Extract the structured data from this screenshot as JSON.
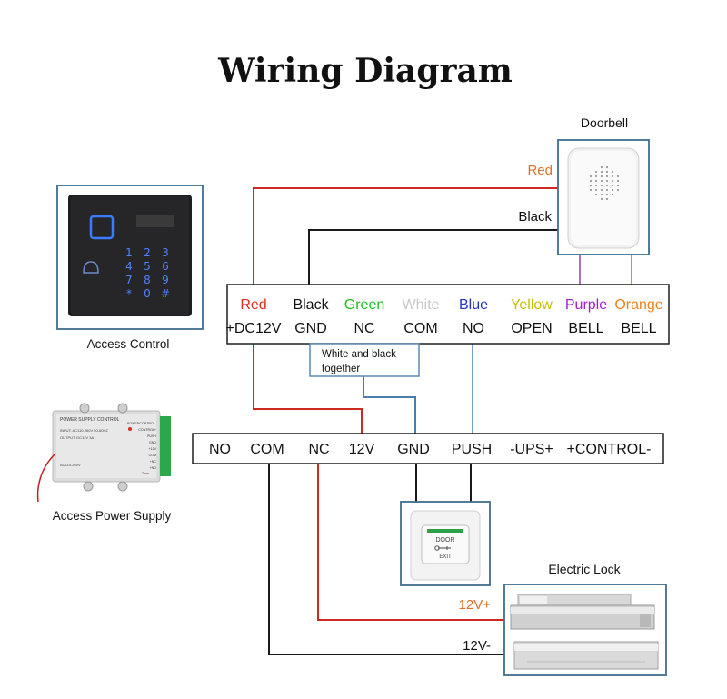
{
  "title": "Wiring Diagram",
  "devices": {
    "doorbell": "Doorbell",
    "access_control": "Access Control",
    "power_supply": "Access Power Supply",
    "electric_lock": "Electric Lock"
  },
  "doorbell_wires": {
    "red": "Red",
    "black": "Black"
  },
  "controller_terminals": [
    {
      "color_name": "Red",
      "pin": "+DC12V",
      "color": "#e03020"
    },
    {
      "color_name": "Black",
      "pin": "GND",
      "color": "#111111"
    },
    {
      "color_name": "Green",
      "pin": "NC",
      "color": "#22bb22"
    },
    {
      "color_name": "White",
      "pin": "COM",
      "color": "#c8c8c8"
    },
    {
      "color_name": "Blue",
      "pin": "NO",
      "color": "#2233cc"
    },
    {
      "color_name": "Yellow",
      "pin": "OPEN",
      "color": "#c8c000"
    },
    {
      "color_name": "Purple",
      "pin": "BELL",
      "color": "#a020d0"
    },
    {
      "color_name": "Orange",
      "pin": "BELL",
      "color": "#f08020"
    }
  ],
  "white_black_note": "White and black together",
  "psu_terminals": [
    "NO",
    "COM",
    "NC",
    "12V",
    "GND",
    "PUSH",
    "-UPS+",
    "+CONTROL-"
  ],
  "exit_button": {
    "line1": "DOOR",
    "line2": "EXIT"
  },
  "lock_wires": {
    "positive": "12V+",
    "negative": "12V-"
  },
  "psu_device": {
    "header": "POWER SUPPLY CONTROL",
    "input": "INPUT: AC110-260V 50-60HZ",
    "output": "OUTPUT: DC12V  3A",
    "voltage": "AC110-260V",
    "power": "POWER",
    "terminal_labels": [
      "CONTROL-",
      "CONTROL+",
      "PUSH",
      "GND",
      "+12V",
      "COM",
      "+NC",
      "+NO"
    ],
    "time": "Time"
  },
  "keypad_keys": [
    "1",
    "2",
    "3",
    "4",
    "5",
    "6",
    "7",
    "8",
    "9",
    "*",
    "0",
    "#"
  ],
  "colors": {
    "red_wire": "#cc2a1e",
    "black_wire": "#1a1a1a",
    "blue_wire": "#7a9ec8",
    "purple_wire": "#b070c0",
    "orange_wire": "#d89030",
    "label_orange": "#e0702a",
    "frame_blue": "#3f6d8e"
  }
}
